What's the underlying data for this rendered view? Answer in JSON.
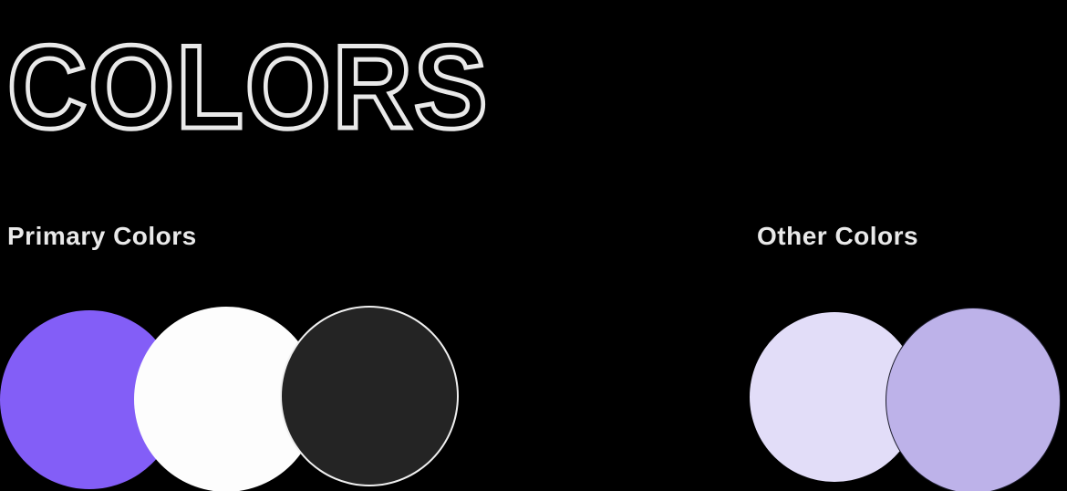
{
  "page": {
    "title": "COLORS",
    "background_color": "#000000",
    "text_color": "#E9E9E9"
  },
  "sections": [
    {
      "label": "Primary Colors",
      "swatches": [
        {
          "name": "purple",
          "hex": "#835EF7"
        },
        {
          "name": "white",
          "hex": "#FDFDFD"
        },
        {
          "name": "dark",
          "hex": "#242424",
          "border_hex": "#F0F0F0"
        }
      ]
    },
    {
      "label": "Other Colors",
      "swatches": [
        {
          "name": "light-lavender",
          "hex": "#E2DDF8"
        },
        {
          "name": "medium-lavender",
          "hex": "#BDB2E9",
          "border_hex": "#1B1B2B"
        }
      ]
    }
  ]
}
